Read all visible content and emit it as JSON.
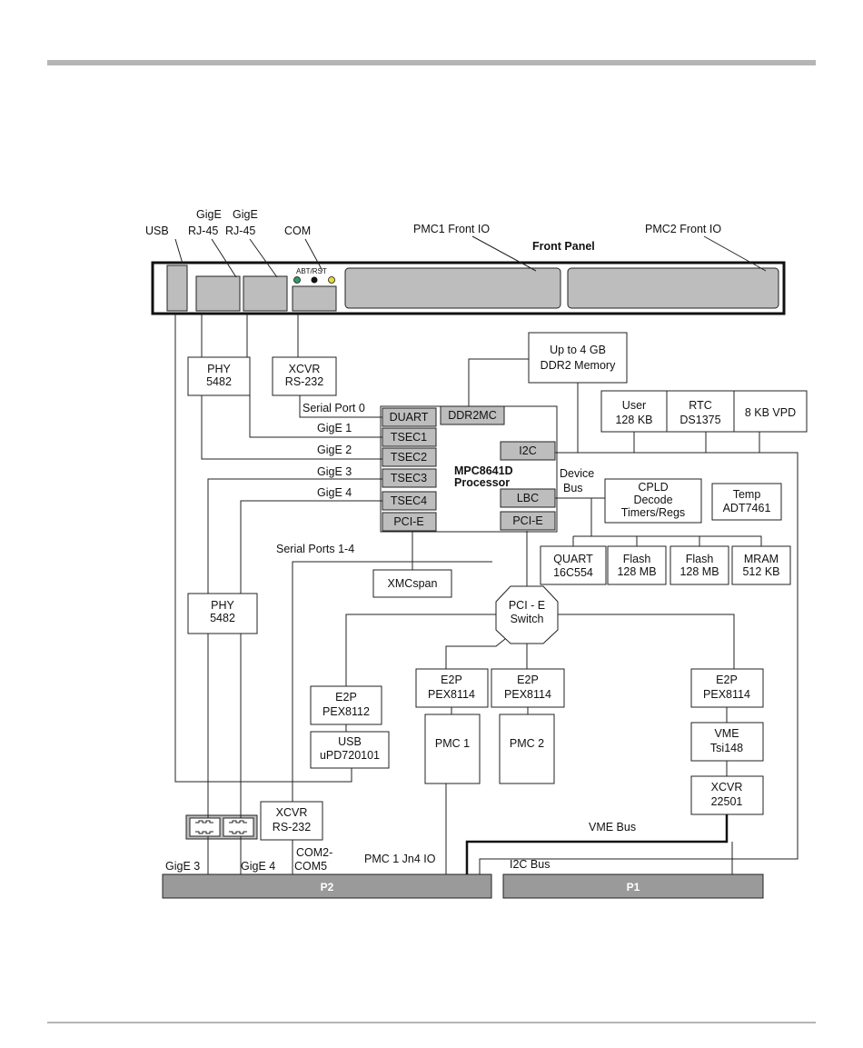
{
  "labels": {
    "usb": "USB",
    "gige_rj45_1": [
      "GigE",
      "RJ-45"
    ],
    "gige_rj45_2": [
      "GigE",
      "RJ-45"
    ],
    "com": "COM",
    "pmc1_front_io": "PMC1 Front IO",
    "pmc2_front_io": "PMC2 Front IO",
    "front_panel": "Front Panel",
    "abt_rst": "ABT/RST",
    "serial_port_0": "Serial Port 0",
    "gige1": "GigE 1",
    "gige2": "GigE 2",
    "gige3": "GigE 3",
    "gige4": "GigE 4",
    "serial_ports_1_4": "Serial Ports 1-4",
    "device_bus": [
      "Device",
      "Bus"
    ],
    "vme_bus": "VME Bus",
    "i2c_bus": "I2C Bus",
    "pmc1_jn4_io": "PMC 1 Jn4 IO",
    "gige3_bottom": "GigE 3",
    "gige4_bottom": "GigE 4",
    "com2_com5": [
      "COM2-",
      "COM5"
    ]
  },
  "blocks": {
    "phy_top": [
      "PHY",
      "5482"
    ],
    "xcvr_top": [
      "XCVR",
      "RS-232"
    ],
    "ddr2_memory": [
      "Up to 4 GB",
      "DDR2 Memory"
    ],
    "user_flash": [
      "User",
      "128 KB"
    ],
    "rtc": [
      "RTC",
      "DS1375"
    ],
    "vpd": "8 KB VPD",
    "processor": [
      "MPC8641D",
      "Processor"
    ],
    "duart": "DUART",
    "ddr2mc": "DDR2MC",
    "tsec1": "TSEC1",
    "tsec2": "TSEC2",
    "tsec3": "TSEC3",
    "tsec4": "TSEC4",
    "pcie_left": "PCI-E",
    "i2c": "I2C",
    "lbc": "LBC",
    "pcie_right": "PCI-E",
    "cpld": [
      "CPLD",
      "Decode",
      "Timers/Regs"
    ],
    "temp": [
      "Temp",
      "ADT7461"
    ],
    "quart": [
      "QUART",
      "16C554"
    ],
    "flash1": [
      "Flash",
      "128 MB"
    ],
    "flash2": [
      "Flash",
      "128 MB"
    ],
    "mram": [
      "MRAM",
      "512 KB"
    ],
    "xmcspan": "XMCspan",
    "pcie_switch": [
      "PCI - E",
      "Switch"
    ],
    "phy_mid": [
      "PHY",
      "5482"
    ],
    "e2p_8112": [
      "E2P",
      "PEX8112"
    ],
    "usb_chip": [
      "USB",
      "uPD720101"
    ],
    "e2p_8114_a": [
      "E2P",
      "PEX8114"
    ],
    "e2p_8114_b": [
      "E2P",
      "PEX8114"
    ],
    "e2p_8114_c": [
      "E2P",
      "PEX8114"
    ],
    "pmc1": "PMC 1",
    "pmc2": "PMC 2",
    "vme": [
      "VME",
      "Tsi148"
    ],
    "xcvr_22501": [
      "XCVR",
      "22501"
    ],
    "xcvr_bottom": [
      "XCVR",
      "RS-232"
    ],
    "p2": "P2",
    "p1": "P1"
  },
  "colors": {
    "led_green": "#2f9a6a",
    "led_black": "#111111",
    "led_yellow": "#e8d83a",
    "connector_gray": "#9a9a9a",
    "port_gray": "#bdbdbd"
  }
}
